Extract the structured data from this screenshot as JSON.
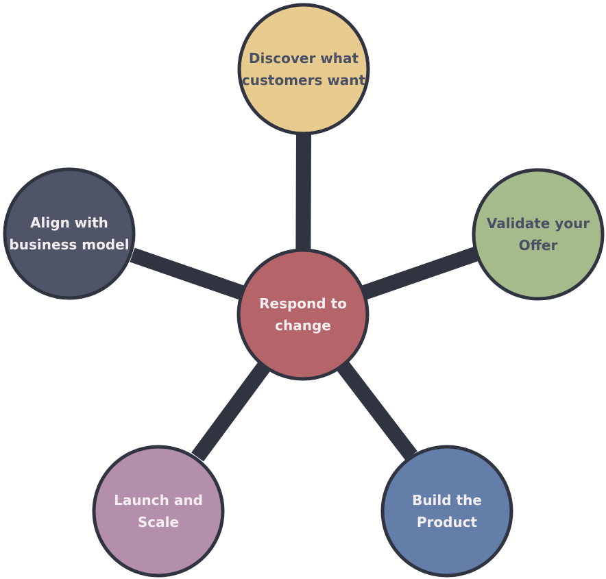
{
  "colors": {
    "spoke": "#2f3440",
    "outline": "#2f3440",
    "center_fill": "#b5646a",
    "discover_fill": "#e8cb8e",
    "validate_fill": "#a6bb8c",
    "build_fill": "#637ea9",
    "launch_fill": "#b38fab",
    "align_fill": "#4f5469",
    "dark_text": "#4a5064",
    "light_text": "#f4eef0"
  },
  "center": {
    "line1": "Respond to",
    "line2": "change"
  },
  "nodes": {
    "discover": {
      "line1_bold": "Discover",
      "line1_rest": " what",
      "line2": "customers want"
    },
    "validate": {
      "line1_bold": "Validate",
      "line1_rest": " your",
      "line2": "Offer"
    },
    "build": {
      "line1": "Build the",
      "line2": "Product"
    },
    "launch": {
      "line1": "Launch and",
      "line2": "Scale"
    },
    "align": {
      "line1": "Align with",
      "line2": "business model"
    }
  }
}
